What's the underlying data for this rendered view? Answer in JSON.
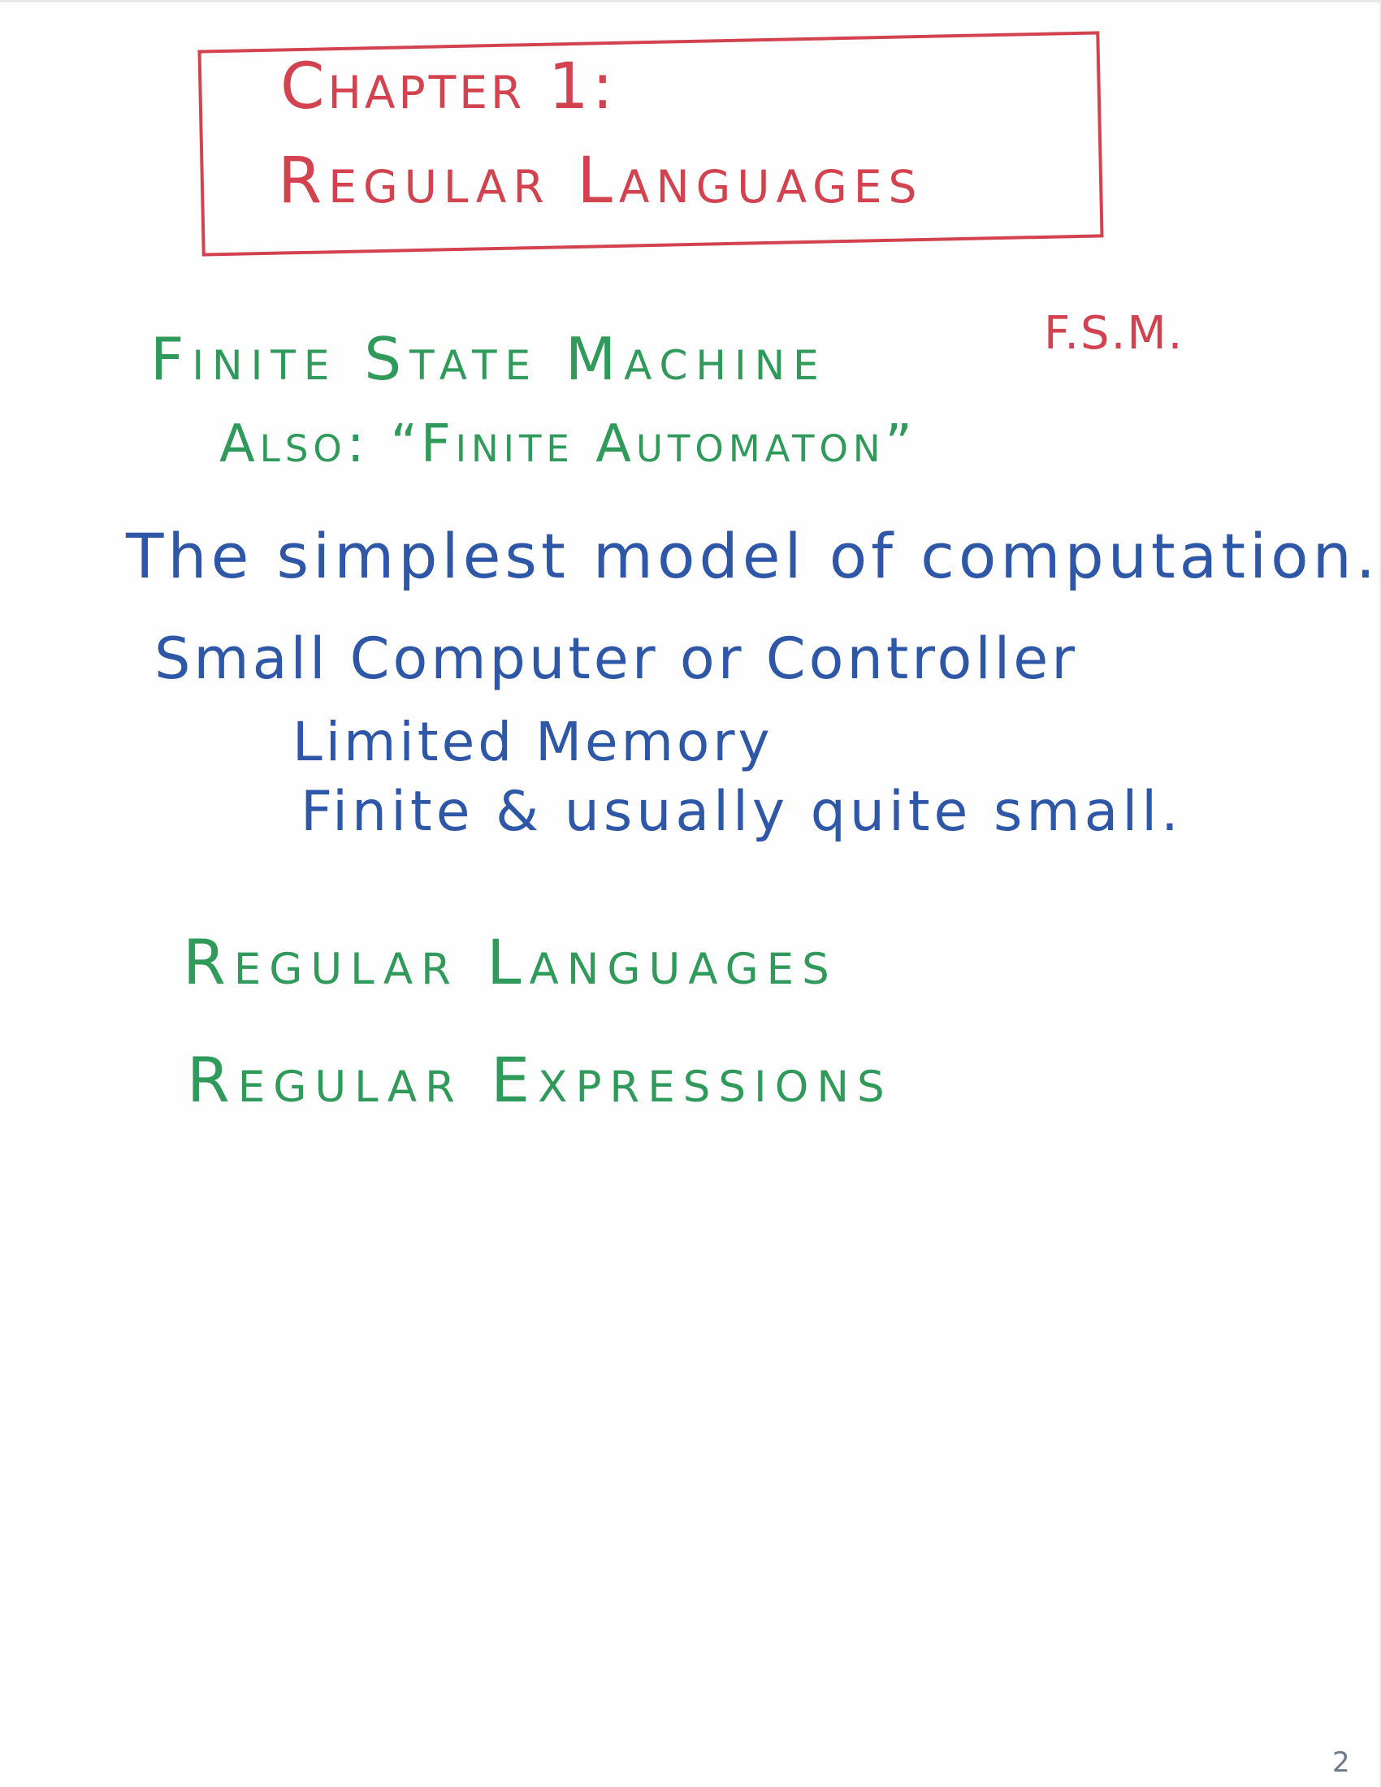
{
  "title": {
    "line1": "Chapter 1:",
    "line2": "Regular Languages"
  },
  "fsm": {
    "heading": "Finite State Machine",
    "abbreviation": "F.S.M.",
    "also": "Also: “Finite Automaton”"
  },
  "notes": {
    "simplest": "The simplest model of computation.",
    "small_computer": "Small Computer or Controller",
    "limited_memory": "Limited Memory",
    "finite_small": "Finite & usually quite small."
  },
  "topics": {
    "languages": "Regular Languages",
    "expressions": "Regular Expressions"
  },
  "page_number": "2",
  "colors": {
    "red": "#d2434f",
    "green": "#2f9a5a",
    "blue": "#2f57a8"
  }
}
